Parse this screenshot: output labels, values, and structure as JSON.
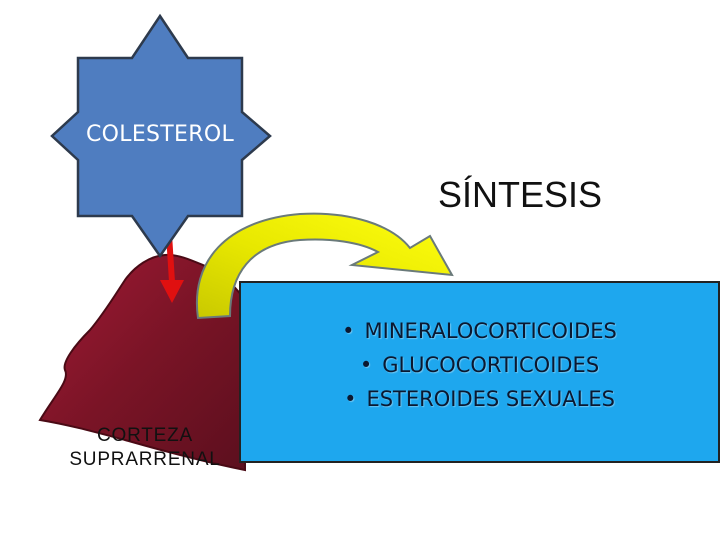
{
  "colors": {
    "star_fill": "#4f7dc0",
    "star_stroke": "#2d3a4d",
    "gland_fill": "#7a1426",
    "gland_highlight": "#b01e3a",
    "arrow_red": "#e01010",
    "curved_arrow_yellow": "#f3f300",
    "curved_arrow_olive": "#c8c800",
    "box_fill": "#1ea7ee",
    "box_border": "#222222"
  },
  "icons": {
    "star": "eight-point-star-icon",
    "down_arrow": "red-down-arrow-icon",
    "curved_arrow": "curved-yellow-arrow-icon",
    "gland": "adrenal-gland-icon"
  },
  "diagram": {
    "source_label": "COLESTEROL",
    "process_label": "SÍNTESIS",
    "organ_label_line1": "CORTEZA",
    "organ_label_line2": "SUPRARRENAL",
    "bullet_char": "•",
    "products": [
      "MINERALOCORTICOIDES",
      "GLUCOCORTICOIDES",
      "ESTEROIDES SEXUALES"
    ]
  }
}
